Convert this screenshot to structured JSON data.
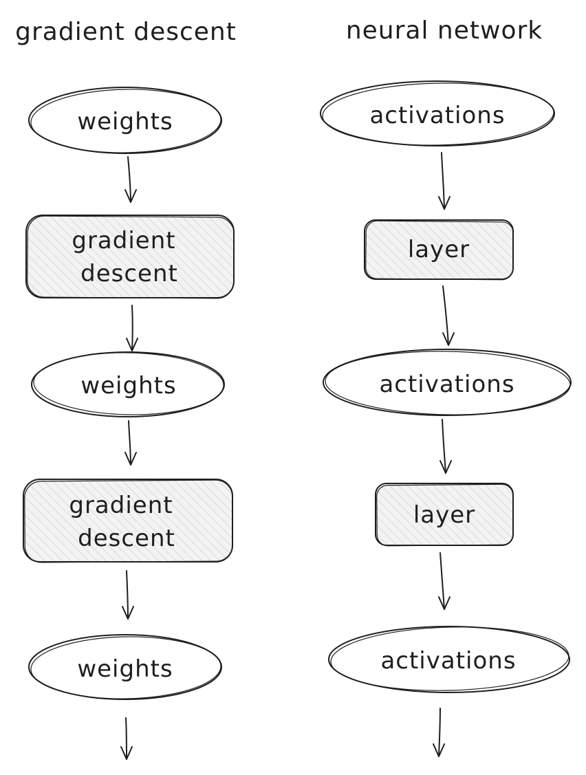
{
  "columns": {
    "left": {
      "title": "gradient descent",
      "nodes": [
        {
          "kind": "ellipse",
          "label": "weights"
        },
        {
          "kind": "box",
          "lines": [
            "gradient",
            "descent"
          ]
        },
        {
          "kind": "ellipse",
          "label": "weights"
        },
        {
          "kind": "box",
          "lines": [
            "gradient",
            "descent"
          ]
        },
        {
          "kind": "ellipse",
          "label": "weights"
        }
      ]
    },
    "right": {
      "title": "neural network",
      "nodes": [
        {
          "kind": "ellipse",
          "label": "activations"
        },
        {
          "kind": "box",
          "lines": [
            "layer"
          ]
        },
        {
          "kind": "ellipse",
          "label": "activations"
        },
        {
          "kind": "box",
          "lines": [
            "layer"
          ]
        },
        {
          "kind": "ellipse",
          "label": "activations"
        }
      ]
    }
  },
  "colors": {
    "stroke": "#1e1e1e",
    "box_fill": "#e9e9e9",
    "background": "#ffffff"
  }
}
